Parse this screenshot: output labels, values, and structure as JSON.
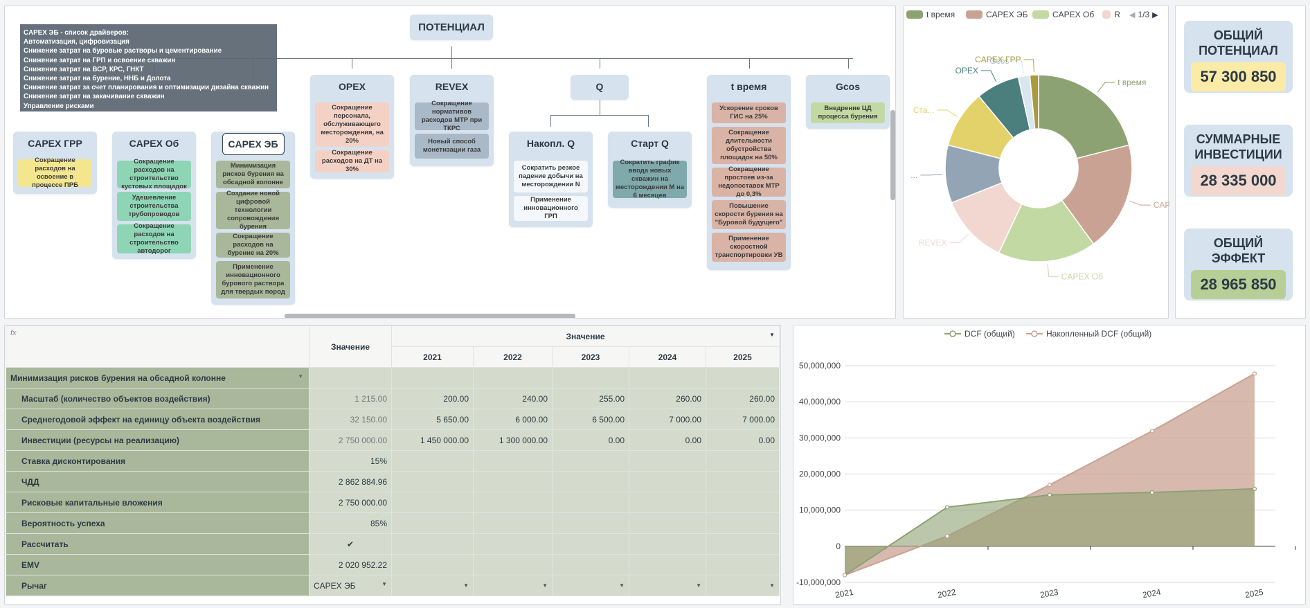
{
  "tree": {
    "root": "ПОТЕНЦИАЛ",
    "tooltip": {
      "title": "CAPEX ЭБ - список драйверов:",
      "items": [
        "Автоматизация, цифровизация",
        "Снижение затрат на буровые растворы и цементирование",
        "Снижение затрат на ГРП и освоение скважин",
        "Снижение затрат на ВСР, КРС, ГНКТ",
        "Снижение затрат на бурение, ННБ и Долота",
        "Снижение затрат за счет планирования и оптимизации дизайна скважин",
        "Снижение затрат на закачивание скважин",
        "Управление рисками"
      ]
    },
    "categories": [
      {
        "name": "CAPEX ГРР",
        "cards": [
          "Сокращение расходов на освоение в процессе ПРБ"
        ]
      },
      {
        "name": "CAPEX Об",
        "cards": [
          "Сокращение расходов на строительство кустовых площадок",
          "Удешевление строительства трубопроводов",
          "Сокращение расходов на строительство автодорог"
        ]
      },
      {
        "name": "CAPEX ЭБ",
        "cards": [
          "Минимизация рисков бурения на обсадной колонне",
          "Создание новой цифровой технологии сопровождения бурения",
          "Сокращение расходов на бурение на 20%",
          "Применение инновационного бурового раствора для твердых пород"
        ]
      },
      {
        "name": "OPEX",
        "cards": [
          "Сокращение персонала, обслуживающего месторождения, на 20%",
          "Сокращение расходов на ДТ на 30%"
        ]
      },
      {
        "name": "REVEX",
        "cards": [
          "Сокращение нормативов расходов МТР при ТКРС",
          "Новый способ монетизации газа"
        ]
      },
      {
        "name": "Q",
        "cards": []
      },
      {
        "name": "Накопл. Q",
        "cards": [
          "Сократить резкое падение добычи на месторождении N",
          "Применение инновационного ГРП"
        ]
      },
      {
        "name": "Старт Q",
        "cards": [
          "Сократить график ввода новых скважин на месторождении M на 6 месяцев"
        ]
      },
      {
        "name": "t время",
        "cards": [
          "Ускорение сроков ГИС на 25%",
          "Сокращение длительности обустройства площадок на 50%",
          "Сокращение простоев из-за недопоставок МТР до 0,3%",
          "Повышение скорости бурения на \"Буровой будущего\"",
          "Применение скоростной транспортировки УВ"
        ]
      },
      {
        "name": "Gcos",
        "cards": [
          "Внедрение ЦД процесса бурения"
        ]
      }
    ]
  },
  "pie": {
    "legend": [
      "t время",
      "CAPEX ЭБ",
      "CAPEX Об",
      "R"
    ],
    "page": "1/3",
    "slices": [
      {
        "label": "t время",
        "value": 21.0,
        "color": "#8da272"
      },
      {
        "label": "CAP...",
        "value": 19.0,
        "color": "#c9a293"
      },
      {
        "label": "CAPEX Об",
        "value": 17.0,
        "color": "#c3d9a3"
      },
      {
        "label": "REVEX",
        "value": 12.0,
        "color": "#f1d7cf"
      },
      {
        "label": "...",
        "value": 10.0,
        "color": "#93a5b5"
      },
      {
        "label": "Ста...",
        "value": 10.0,
        "color": "#e3d26a"
      },
      {
        "label": "OPEX",
        "value": 7.5,
        "color": "#4b7f7d"
      },
      {
        "label": "Gcos",
        "value": 2.0,
        "color": "#d9e6f0"
      },
      {
        "label": "CAPEX ГРР",
        "value": 1.5,
        "color": "#a89a3e"
      }
    ]
  },
  "kpis": [
    {
      "title": "ОБЩИЙ ПОТЕНЦИАЛ",
      "value": "57 300 850",
      "color": "#fbeba6"
    },
    {
      "title": "СУММАРНЫЕ ИНВЕСТИЦИИ",
      "value": "28 335 000",
      "color": "#f3d8cf"
    },
    {
      "title": "ОБЩИЙ ЭФФЕКТ",
      "value": "28 965 850",
      "color": "#b7cf97"
    }
  ],
  "table": {
    "fx": "fx",
    "value_header": "Значение",
    "value_group": "Значение",
    "years": [
      "2021",
      "2022",
      "2023",
      "2024",
      "2025"
    ],
    "group_row": "Минимизация рисков бурения на обсадной колонне",
    "rows": [
      {
        "label": "Масштаб (количество объектов воздействия)",
        "value": "1 215.00",
        "years": [
          "200.00",
          "240.00",
          "255.00",
          "260.00",
          "260.00"
        ],
        "dim": true
      },
      {
        "label": "Среднегодовой эффект на единицу объекта воздействия",
        "value": "32 150.00",
        "years": [
          "5 650.00",
          "6 000.00",
          "6 500.00",
          "7 000.00",
          "7 000.00"
        ],
        "dim": true
      },
      {
        "label": "Инвестиции (ресурсы на реализацию)",
        "value": "2 750 000.00",
        "years": [
          "1 450 000.00",
          "1 300 000.00",
          "0.00",
          "0.00",
          "0.00"
        ],
        "dim": true
      },
      {
        "label": "Ставка дисконтирования",
        "value": "15%",
        "years": [
          "",
          "",
          "",
          "",
          ""
        ]
      },
      {
        "label": "ЧДД",
        "value": "2 862 884.96",
        "years": [
          "",
          "",
          "",
          "",
          ""
        ]
      },
      {
        "label": "Рисковые капитальные вложения",
        "value": "2 750 000.00",
        "years": [
          "",
          "",
          "",
          "",
          ""
        ]
      },
      {
        "label": "Вероятность успеха",
        "value": "85%",
        "years": [
          "",
          "",
          "",
          "",
          ""
        ]
      },
      {
        "label": "Рассчитать",
        "value": "✔",
        "years": [
          "",
          "",
          "",
          "",
          ""
        ]
      },
      {
        "label": "EMV",
        "value": "2 020 952.22",
        "years": [
          "",
          "",
          "",
          "",
          ""
        ]
      },
      {
        "label": "Рычаг",
        "value": "CAPEX ЭБ",
        "years": [
          "",
          "",
          "",
          "",
          ""
        ]
      }
    ]
  },
  "chart_data": {
    "type": "area",
    "x": [
      "2021",
      "2022",
      "2023",
      "2024",
      "2025"
    ],
    "series": [
      {
        "name": "DCF (общий)",
        "values": [
          -8000000,
          10800000,
          14200000,
          14900000,
          15900000
        ],
        "color": "#8da272"
      },
      {
        "name": "Накопленный DCF (общий)",
        "values": [
          -8000000,
          2800000,
          17000000,
          31900000,
          47800000
        ],
        "color": "#c9a293"
      }
    ],
    "ylim": [
      -10000000,
      50000000
    ],
    "yticks": [
      "-10,000,000",
      "0",
      "10,000,000",
      "20,000,000",
      "30,000,000",
      "40,000,000",
      "50,000,000"
    ],
    "grid": true,
    "legend": "top-center"
  }
}
